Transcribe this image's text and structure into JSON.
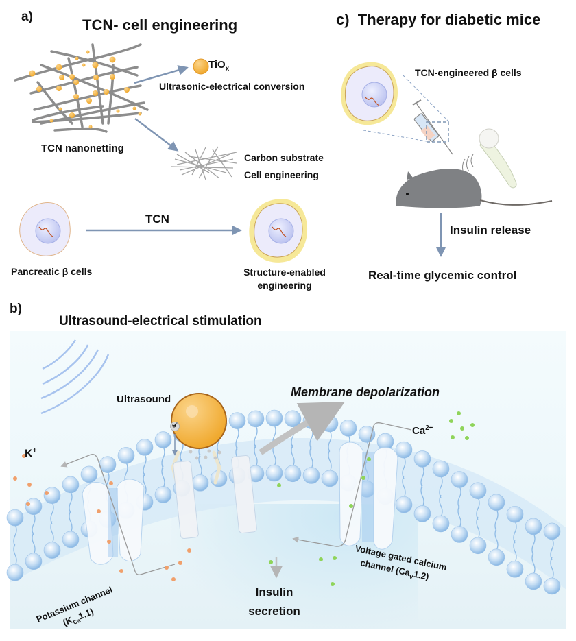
{
  "panel_a": {
    "label": "a)",
    "title": "TCN- cell engineering",
    "tiox_label": "TiO",
    "tiox_sub": "x",
    "ultrasonic_label": "Ultrasonic-electrical conversion",
    "nanonetting_label": "TCN nanonetting",
    "carbon_label": "Carbon substrate",
    "cell_eng_label": "Cell engineering",
    "arrow_label": "TCN",
    "pancreatic_label": "Pancreatic β cells",
    "structure_label_1": "Structure-enabled",
    "structure_label_2": "engineering"
  },
  "panel_b": {
    "label": "b)",
    "title": "Ultrasound-electrical stimulation",
    "ultrasound_label": "Ultrasound",
    "depolarization_label": "Membrane depolarization",
    "electron_label": "e",
    "electron_sup": "-",
    "k_label": "K",
    "k_sup": "+",
    "ca_label": "Ca",
    "ca_sup": "2+",
    "potassium_label_1": "Potassium channel",
    "potassium_label_2a": "(K",
    "potassium_label_2sub": "Ca",
    "potassium_label_2b": "1.1)",
    "calcium_label_1": "Voltage gated calcium",
    "calcium_label_2a": "channel (Ca",
    "calcium_label_2sub": "V",
    "calcium_label_2b": "1.2)",
    "insulin_label_1": "Insulin",
    "insulin_label_2": "secretion"
  },
  "panel_c": {
    "label": "c)",
    "title": "Therapy for diabetic mice",
    "engineered_label": "TCN-engineered β cells",
    "release_label": "Insulin release",
    "control_label": "Real-time glycemic control"
  },
  "colors": {
    "arrow": "#7f95b3",
    "tiox": "#f2b54a",
    "k_ion": "#f0a06c",
    "ca_ion": "#8fd45a",
    "membrane": "#9cc7ec",
    "cell_fill": "#e9e8fb",
    "glow": "#f3e27a",
    "mouse": "#808285"
  }
}
